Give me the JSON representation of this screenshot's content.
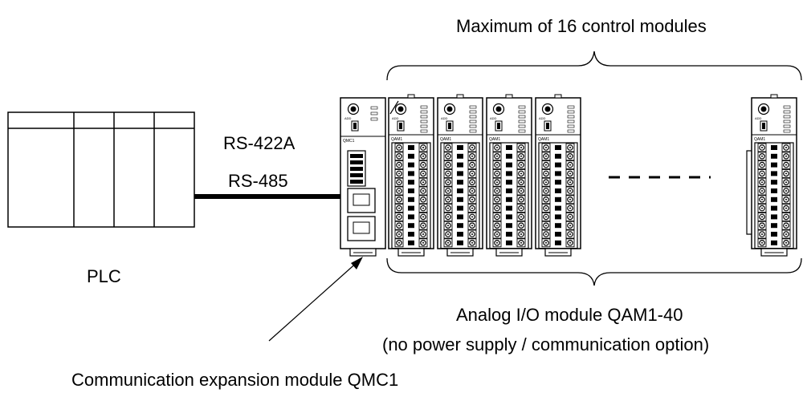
{
  "labels": {
    "max_modules": "Maximum of 16 control modules",
    "rs422a": "RS-422A",
    "rs485": "RS-485",
    "plc": "PLC",
    "analog_module_line1": "Analog I/O module QAM1-40",
    "analog_module_line2": "(no power supply / communication option)",
    "comm_module": "Communication expansion module QMC1"
  },
  "modules": {
    "comm_label": "QMC1",
    "comm_addr_label": "ADD",
    "analog_label": "QAM1",
    "analog_addr_label": "ADD",
    "analog_visible_count": 4,
    "terminal_rows": 12
  }
}
